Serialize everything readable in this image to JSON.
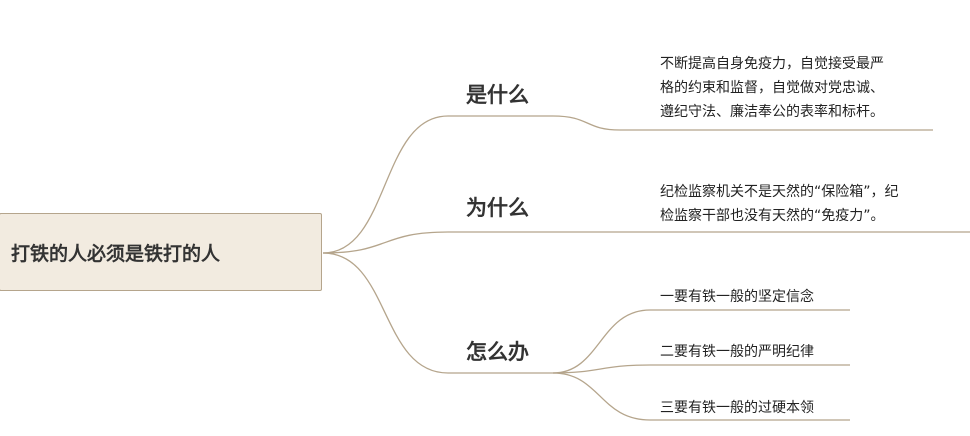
{
  "root": {
    "label": "打铁的人必须是铁打的人"
  },
  "branches": [
    {
      "label": "是什么",
      "detail": [
        "不断提高自身免疫力，自觉接受最严",
        "格的约束和监督，自觉做对党忠诚、",
        "遵纪守法、廉洁奉公的表率和标杆。"
      ]
    },
    {
      "label": "为什么",
      "detail": [
        "纪检监察机关不是天然的“保险箱”，纪",
        "检监察干部也没有天然的“免疫力”。"
      ]
    },
    {
      "label": "怎么办",
      "children": [
        "一要有铁一般的坚定信念",
        "二要有铁一般的严明纪律",
        "三要有铁一般的过硬本领"
      ]
    }
  ],
  "colors": {
    "line": "#b5a58c",
    "root_bg": "#f2ebe0"
  }
}
